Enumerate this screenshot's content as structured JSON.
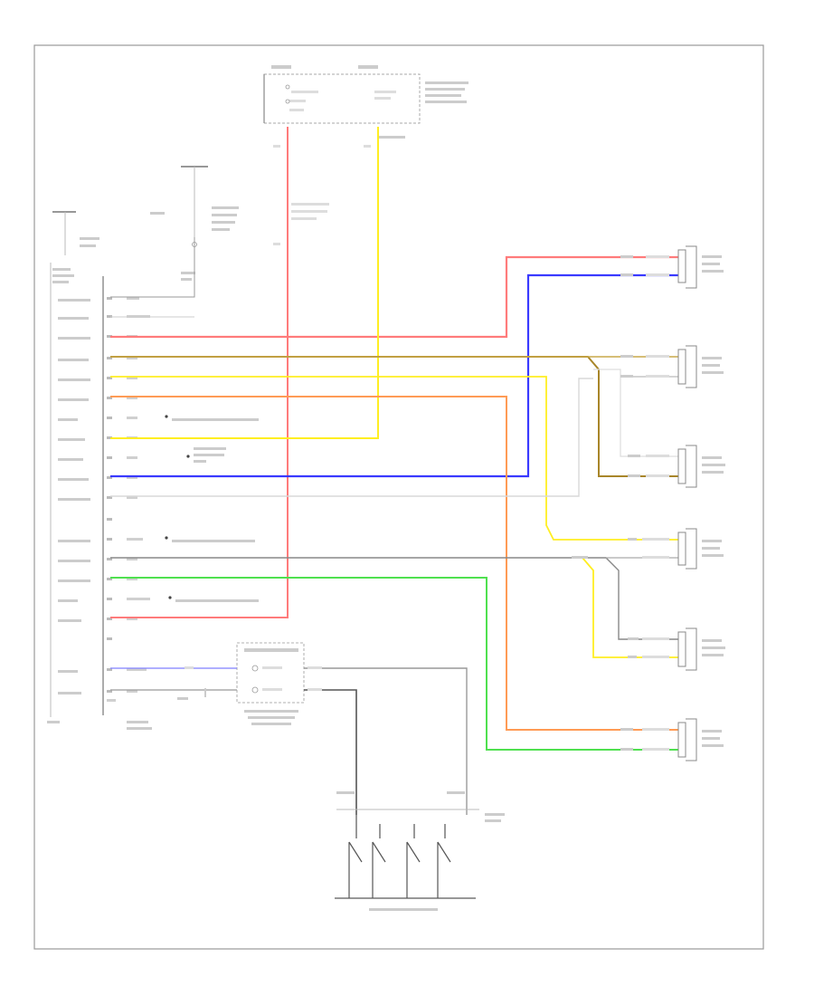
{
  "diagram": {
    "footer_code": "",
    "wire_colors": {
      "red": "#ff7b7b",
      "blue": "#3a3aff",
      "brown": "#a8862a",
      "yellow": "#ffee22",
      "orange": "#ff9b55",
      "green": "#4fe04f",
      "gray": "#b0b0b0",
      "dark_gray": "#666666",
      "light_blue": "#7f7fff",
      "frame": "#999999"
    },
    "components": [
      {
        "id": "radio_unit",
        "label": ""
      },
      {
        "id": "fuse_box_top",
        "label": ""
      },
      {
        "id": "ground_antenna",
        "label": ""
      },
      {
        "id": "noise_filter",
        "label": ""
      },
      {
        "id": "audio_switch_module",
        "label": ""
      },
      {
        "id": "steering_switches",
        "label": ""
      },
      {
        "id": "speaker_lf_front",
        "label": ""
      },
      {
        "id": "speaker_lf_door",
        "label": ""
      },
      {
        "id": "speaker_lf_rear",
        "label": ""
      },
      {
        "id": "speaker_rf_door",
        "label": ""
      },
      {
        "id": "speaker_rf_rear",
        "label": ""
      },
      {
        "id": "speaker_rr",
        "label": ""
      }
    ]
  }
}
